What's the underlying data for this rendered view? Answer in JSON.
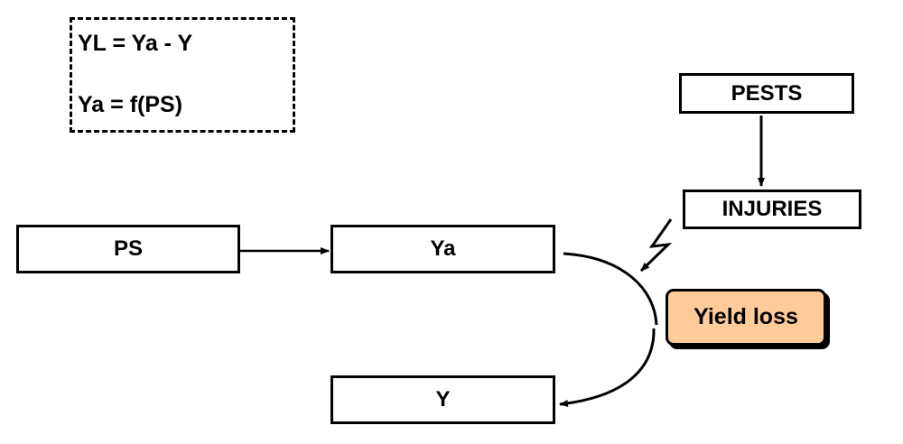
{
  "formulas": {
    "line1": "YL = Ya - Y",
    "line2": "Ya = f(PS)"
  },
  "nodes": {
    "pests": "PESTS",
    "injuries": "INJURIES",
    "ps": "PS",
    "ya": "Ya",
    "y": "Y",
    "yield_loss": "Yield loss"
  },
  "colors": {
    "yield_loss_fill": "#FFCC99"
  }
}
